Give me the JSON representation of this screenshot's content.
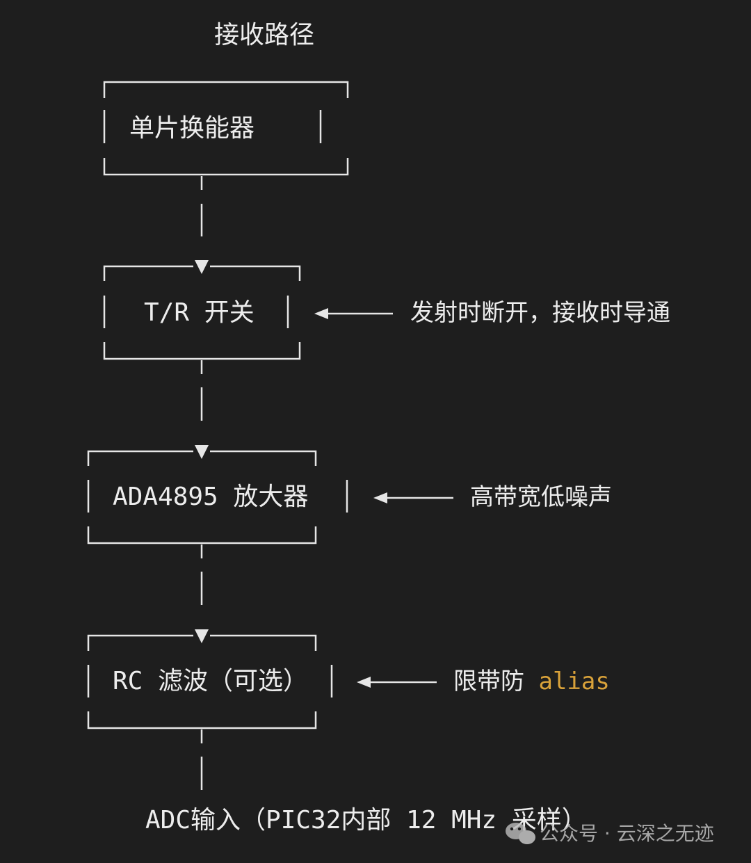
{
  "title": "接收路径",
  "blocks": [
    {
      "label": "单片换能器"
    },
    {
      "label": "T/R 开关"
    },
    {
      "label": "ADA4895 放大器"
    },
    {
      "label": "RC 滤波（可选）"
    }
  ],
  "notes": [
    {
      "text": "发射时断开，接收时导通"
    },
    {
      "text": "高带宽低噪声"
    },
    {
      "text": "限带防 ",
      "highlight": "alias",
      "highlight_color": "#d9a23a"
    }
  ],
  "output_label": "ADC输入（PIC32内部 12 MHz 采样）",
  "watermark": "公众号 · 云深之无迹",
  "colors": {
    "background": "#1e1e1e",
    "line": "#e6e6e6",
    "text": "#ededed",
    "highlight": "#d9a23a"
  }
}
